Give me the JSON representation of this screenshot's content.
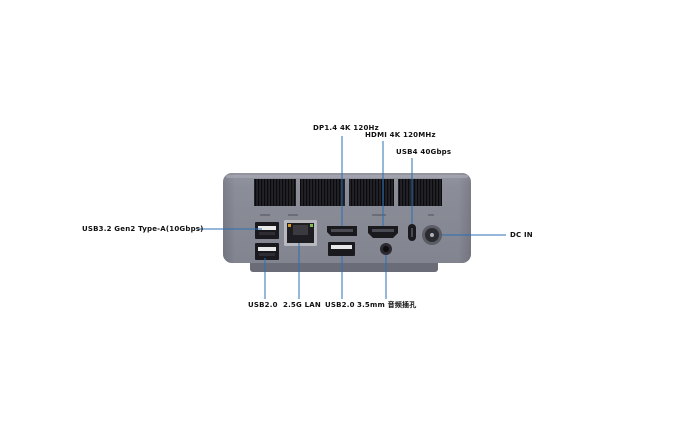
{
  "callouts": {
    "dp": "DP1.4 4K 120Hz",
    "hdmi": "HDMI 4K 120MHz",
    "usb4": "USB4 40Gbps",
    "usb32": "USB3.2 Gen2 Type-A(10Gbps)",
    "dcin": "DC IN",
    "usb20_left": "USB2.0",
    "lan": "2.5G LAN",
    "usb20_mid": "USB2.0",
    "audio": "3.5mm 音频插孔"
  },
  "colors": {
    "leader_line": "#2a6fb5",
    "chassis": "#80838f",
    "chassis_dark": "#5d606b",
    "port_dark": "#1a1a1e"
  }
}
